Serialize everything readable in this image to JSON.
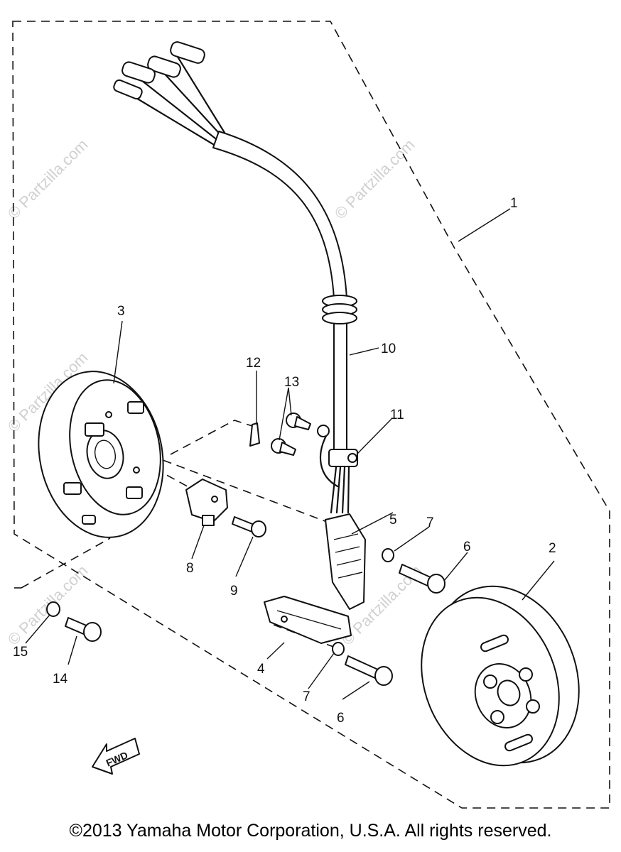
{
  "callouts": {
    "c1": "1",
    "c2": "2",
    "c3": "3",
    "c4": "4",
    "c5": "5",
    "c6a": "6",
    "c6b": "6",
    "c7a": "7",
    "c7b": "7",
    "c8": "8",
    "c9": "9",
    "c10": "10",
    "c11": "11",
    "c12": "12",
    "c13": "13",
    "c14": "14",
    "c15": "15"
  },
  "fwd_label": "FWD",
  "watermark": "© Partzilla.com",
  "copyright": "©2013 Yamaha Motor Corporation, U.S.A. All rights reserved."
}
